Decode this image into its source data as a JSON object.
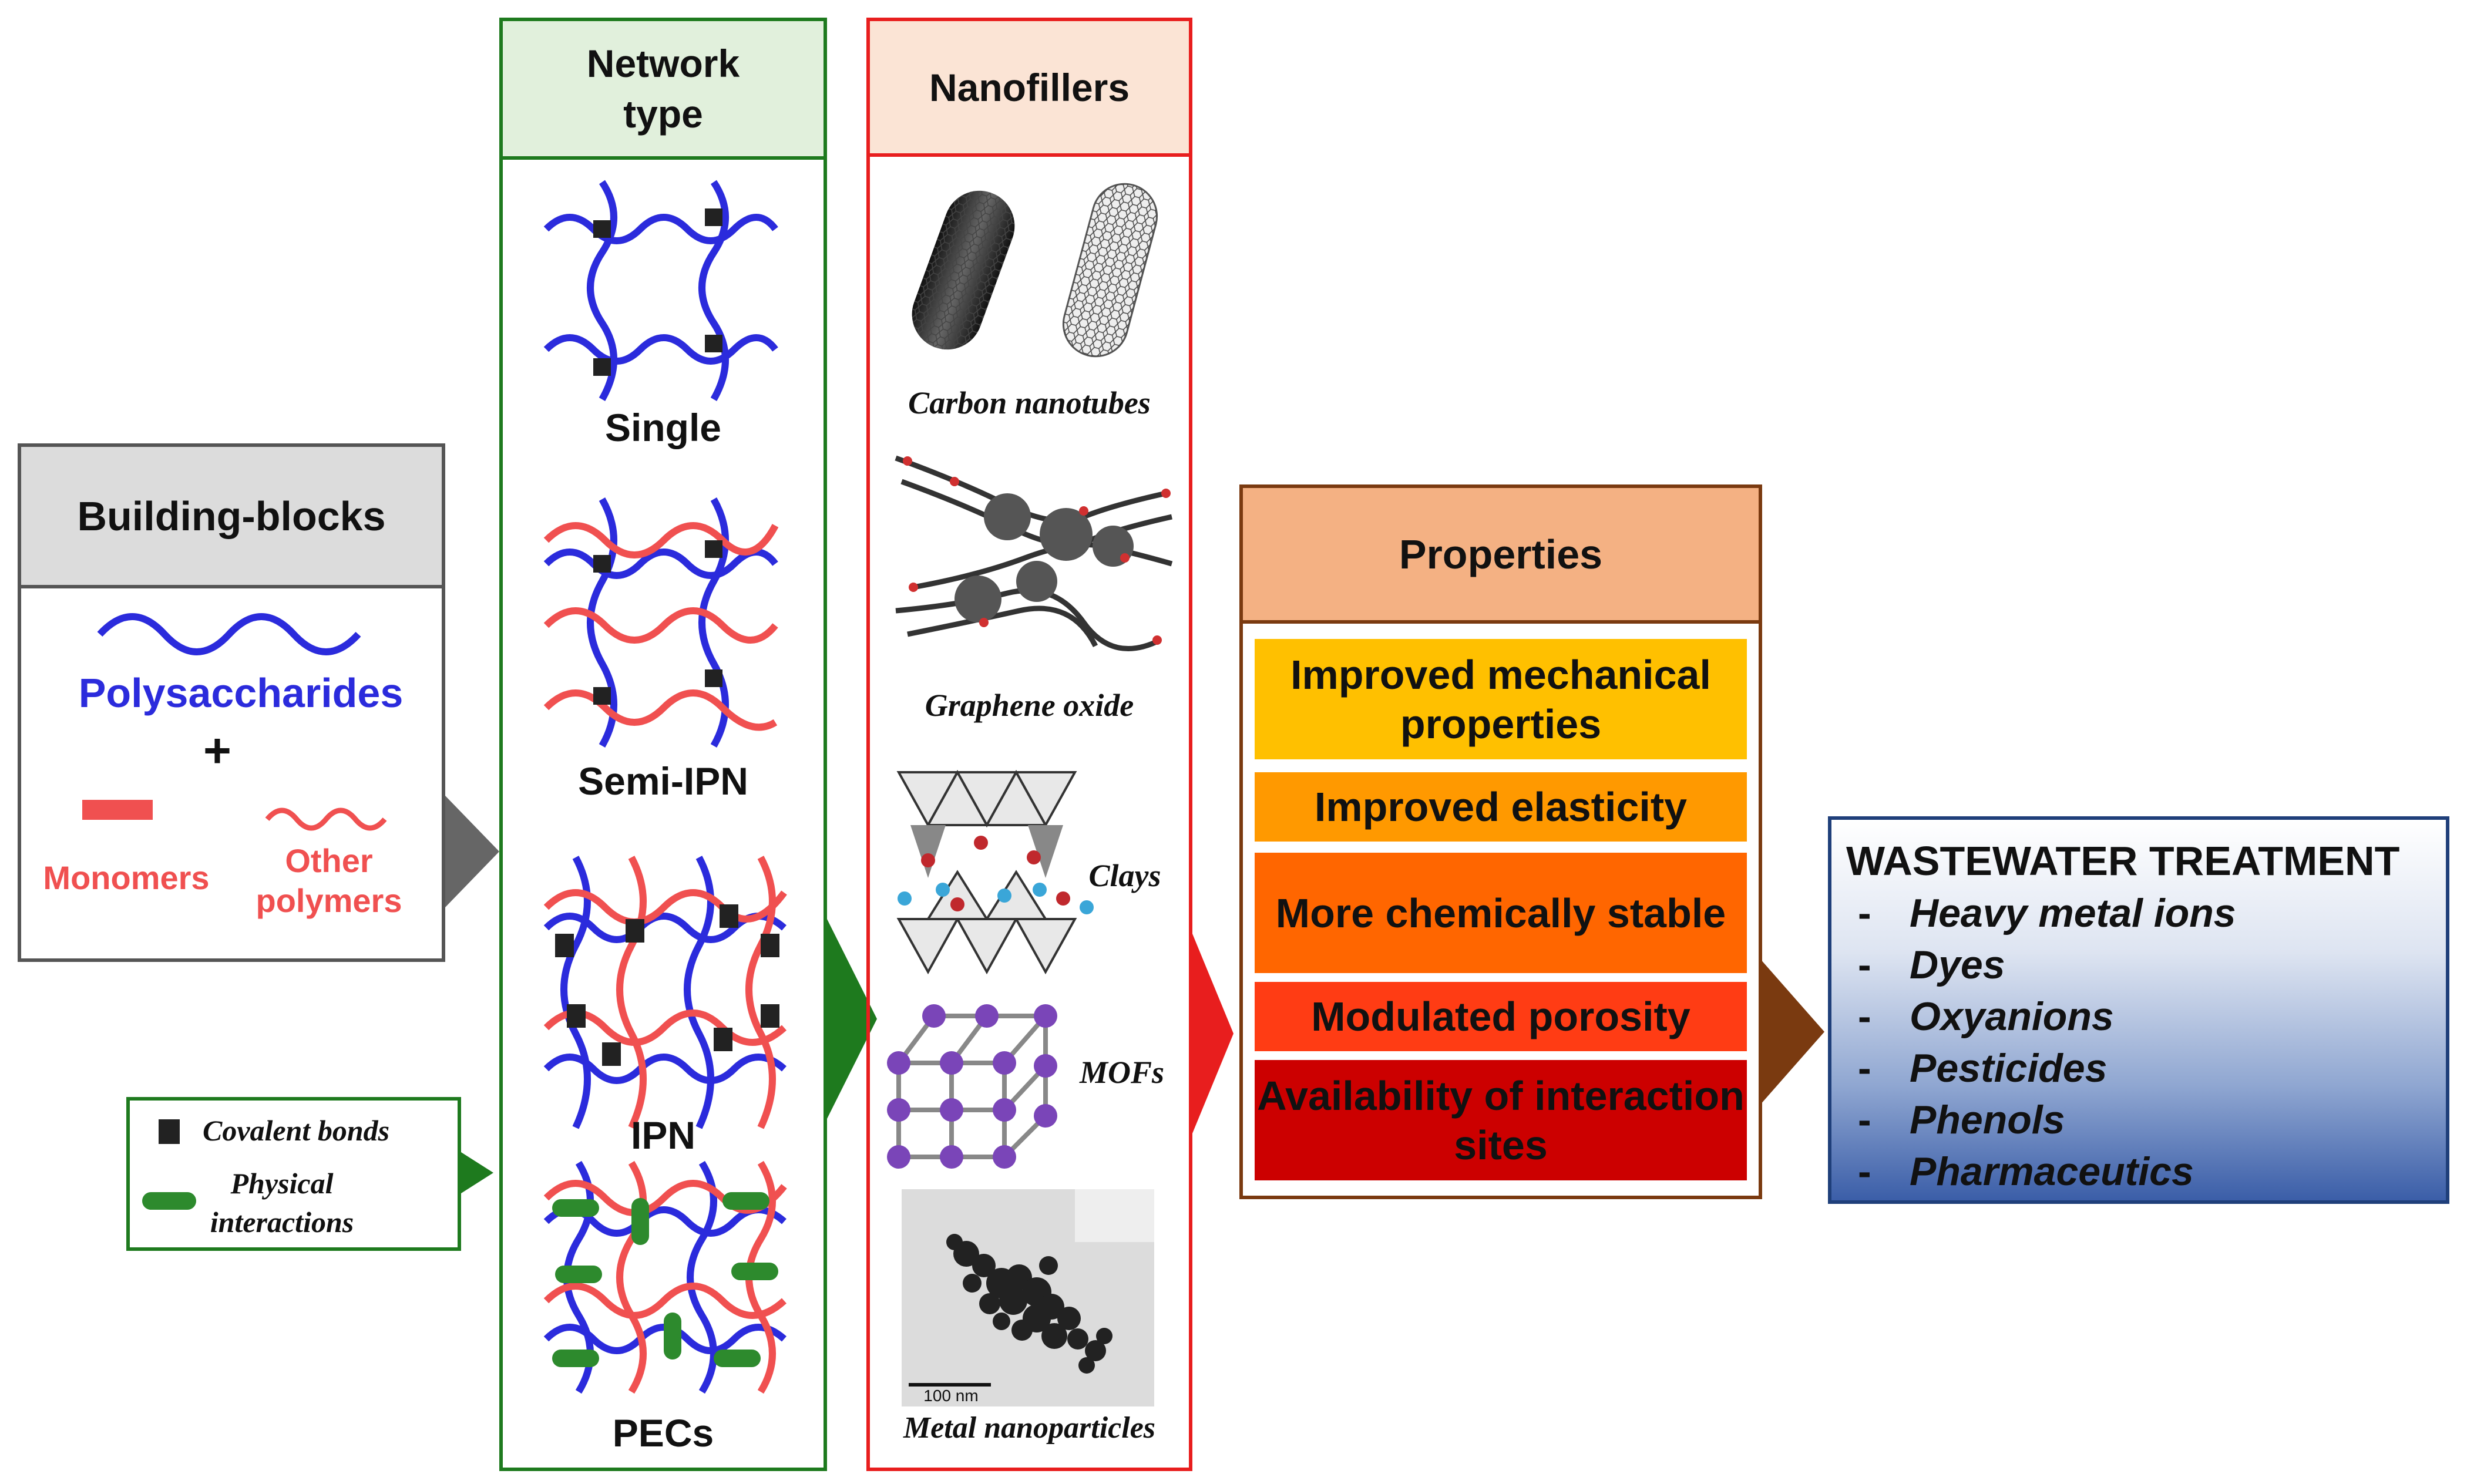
{
  "building_blocks": {
    "title": "Building-blocks",
    "polysaccharides": "Polysaccharides",
    "plus": "+",
    "monomers": "Monomers",
    "other_polymers_l1": "Other",
    "other_polymers_l2": "polymers"
  },
  "legend": {
    "covalent": "Covalent bonds",
    "physical_l1": "Physical",
    "physical_l2": "interactions"
  },
  "network": {
    "title_l1": "Network",
    "title_l2": "type",
    "items": [
      "Single",
      "Semi-IPN",
      "IPN",
      "PECs"
    ]
  },
  "nanofillers": {
    "title": "Nanofillers",
    "items": [
      "Carbon nanotubes",
      "Graphene oxide",
      "Clays",
      "MOFs",
      "Metal nanoparticles"
    ],
    "scale_bar": "100 nm"
  },
  "properties": {
    "title": "Properties",
    "items": [
      "Improved mechanical properties",
      "Improved elasticity",
      "More chemically stable",
      "Modulated porosity",
      "Availability of interaction sites"
    ]
  },
  "wastewater": {
    "title": "WASTEWATER TREATMENT",
    "dash": "-",
    "items": [
      "Heavy metal ions",
      "Dyes",
      "Oxyanions",
      "Pesticides",
      "Phenols",
      "Pharmaceutics"
    ]
  },
  "colors": {
    "polysaccharide": "#2b2bdc",
    "other_polymer": "#f05050",
    "network_border": "#1e7a1e",
    "nanofiller_border": "#e81e1e",
    "properties_border": "#7a3a10",
    "wastewater_border": "#1f3f7a"
  }
}
